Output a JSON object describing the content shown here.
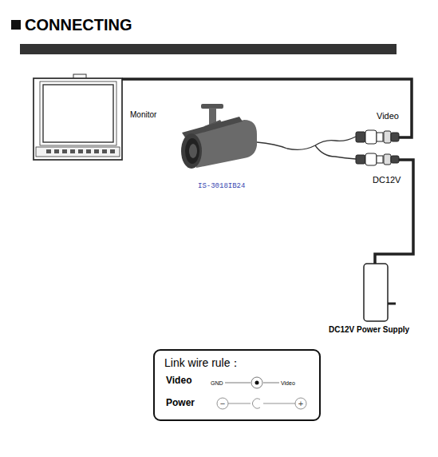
{
  "diagram": {
    "title": "CONNECTING",
    "nodes": [
      {
        "text": [
          "Link wire rule：",
          "Video",
          "GND",
          "Video",
          "Power",
          "−",
          "+"
        ]
      }
    ],
    "labels": [
      "Monitor",
      "IS-3018IB24",
      "Video",
      "DC12V",
      "DC12V Power Supply"
    ]
  }
}
